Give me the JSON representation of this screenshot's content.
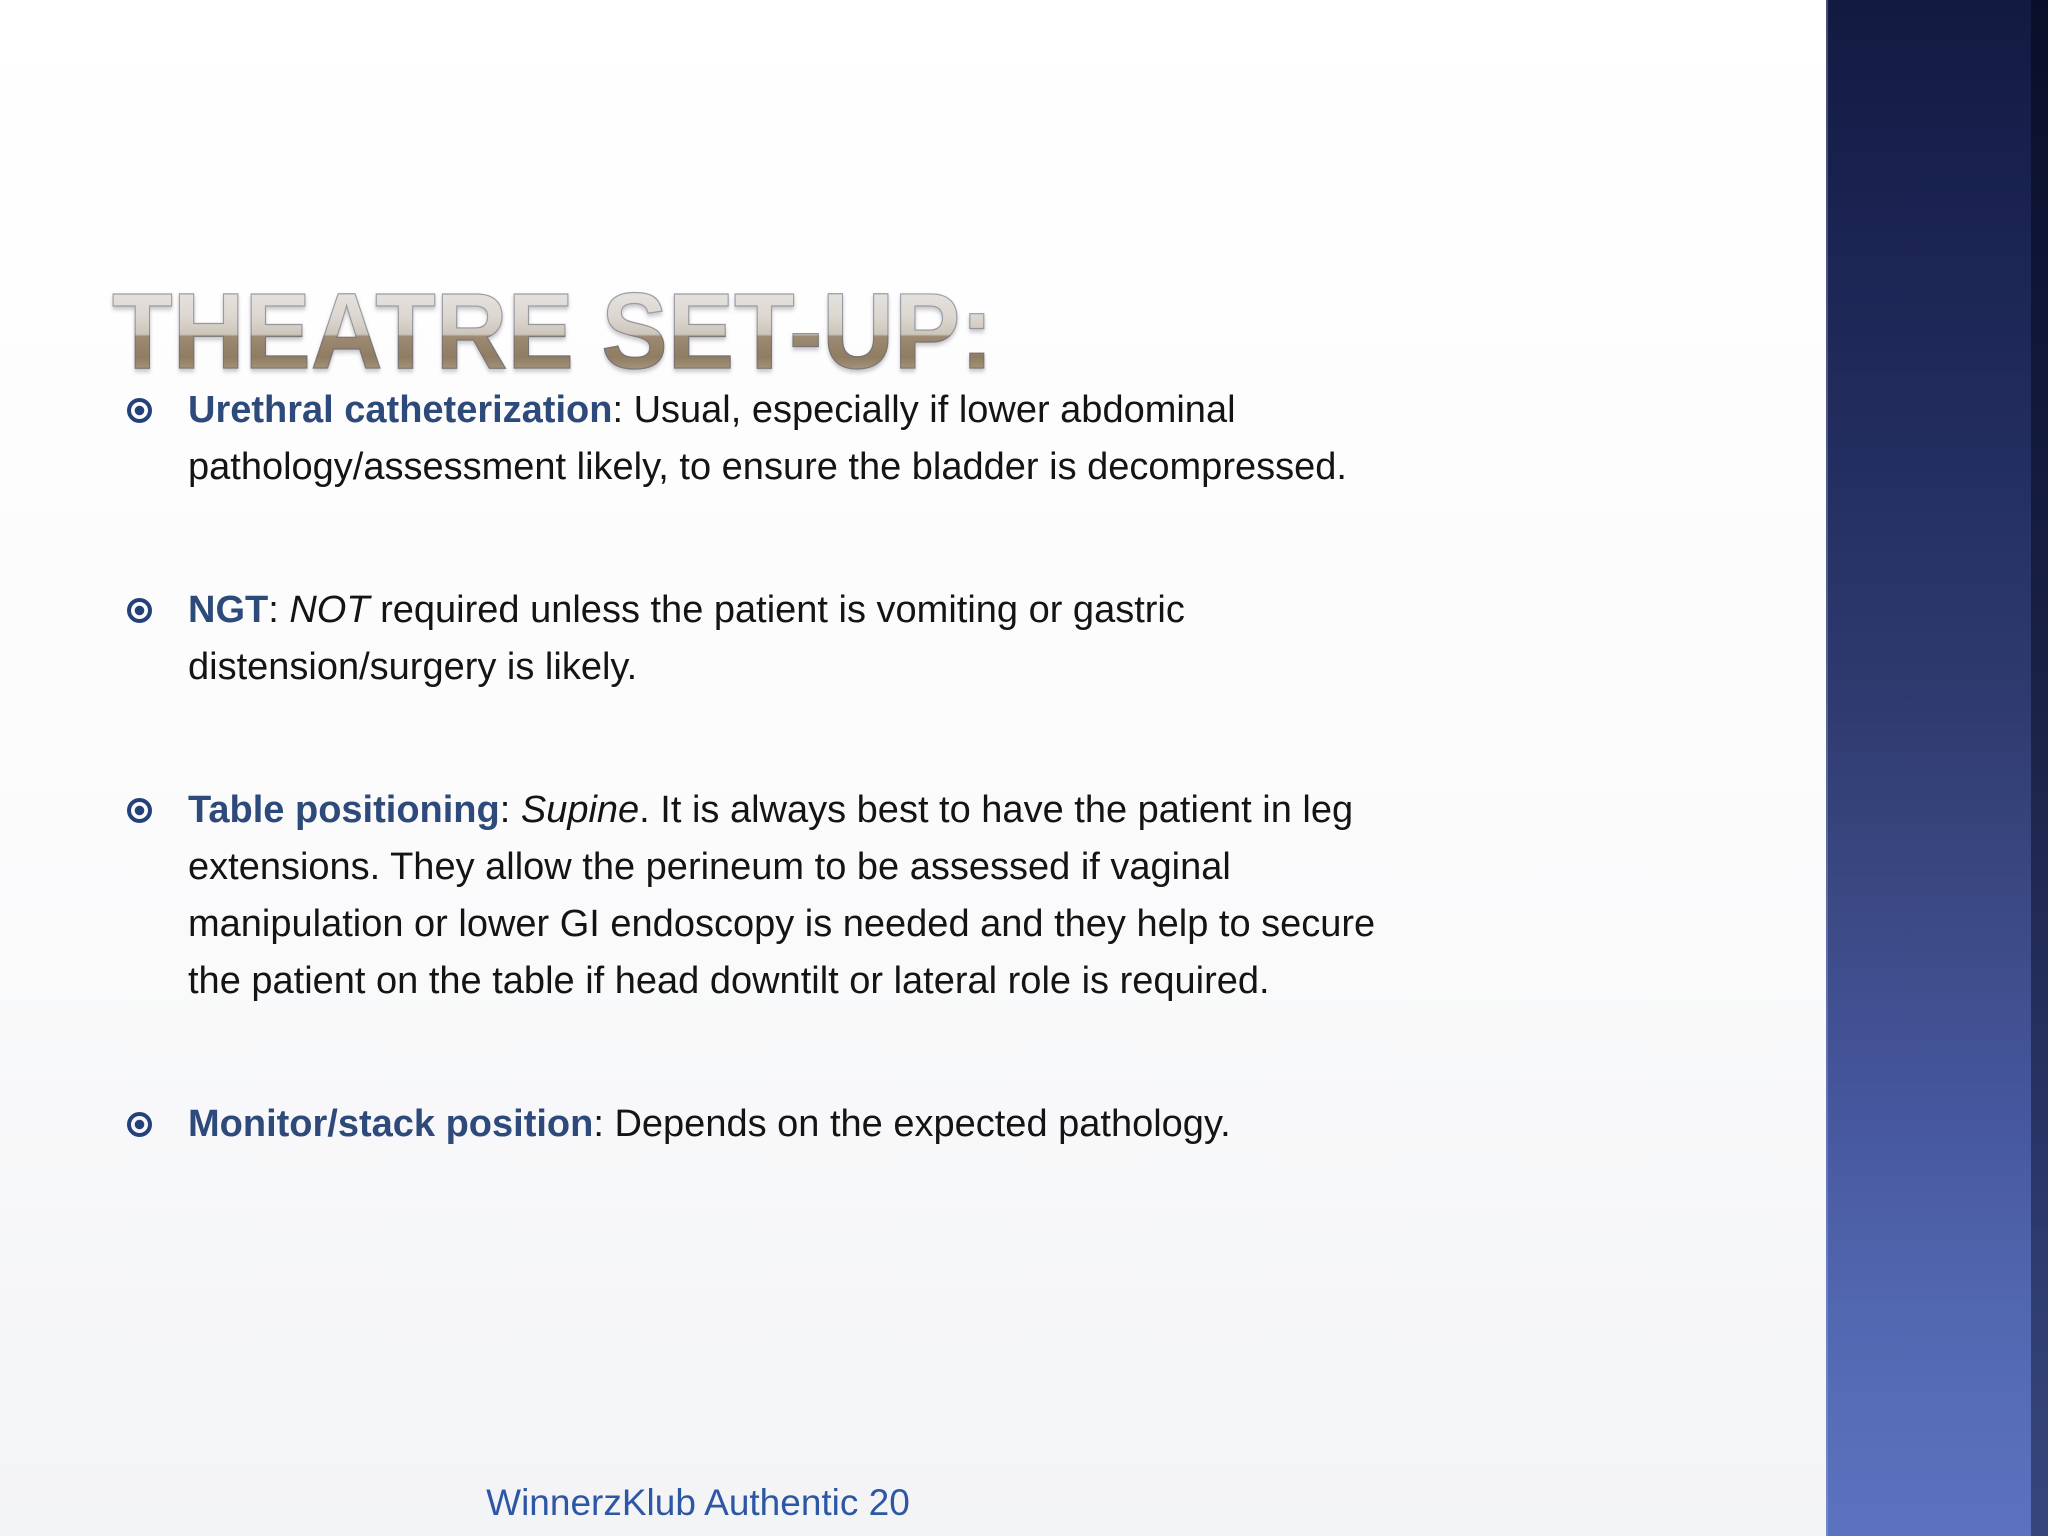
{
  "slide": {
    "title": "THEATRE SET-UP:",
    "bullets": [
      {
        "segments": [
          {
            "style": "keyword",
            "text": "Urethral catheterization"
          },
          {
            "style": "normal",
            "text": ": Usual, especially if lower abdominal\npathology/assessment likely, to ensure the bladder is decompressed."
          }
        ]
      },
      {
        "segments": [
          {
            "style": "keyword",
            "text": "NGT"
          },
          {
            "style": "normal",
            "text": ": "
          },
          {
            "style": "italic",
            "text": "NOT"
          },
          {
            "style": "normal",
            "text": " required unless the patient is vomiting or gastric\ndistension/surgery is likely."
          }
        ]
      },
      {
        "segments": [
          {
            "style": "keyword",
            "text": "Table positioning"
          },
          {
            "style": "normal",
            "text": ": "
          },
          {
            "style": "italic",
            "text": "Supine"
          },
          {
            "style": "normal",
            "text": ". It is always best to have the patient in leg\nextensions. They allow the perineum to be assessed if vaginal\nmanipulation or lower GI endoscopy is needed and they help to secure\nthe patient on the table if head downtilt or lateral role is required."
          }
        ]
      },
      {
        "segments": [
          {
            "style": "keyword",
            "text": "Monitor/stack position"
          },
          {
            "style": "normal",
            "text": ": Depends on the expected pathology."
          }
        ]
      }
    ],
    "footer": "WinnerzKlub Authentic 20"
  },
  "colors": {
    "keyword": "#2d4a7a",
    "body_text": "#141414",
    "bullet_glyph": "#24417b",
    "footer_text": "#2d57a5",
    "sidebar_top": "#121a41",
    "sidebar_bottom": "#5b73bf",
    "title_gradient_top": "#ebe9e6",
    "title_gradient_bottom": "#927f66"
  }
}
